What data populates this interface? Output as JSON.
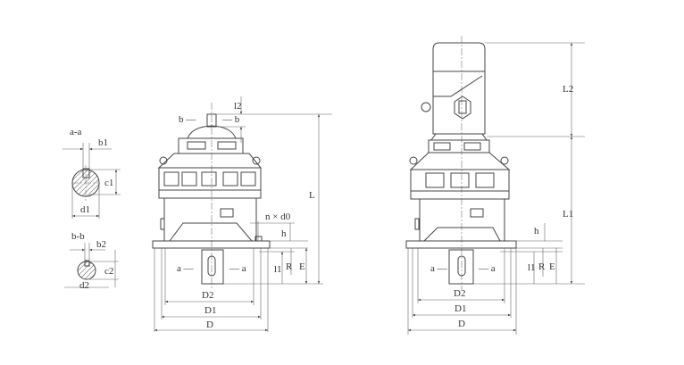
{
  "sections": {
    "aa": {
      "title": "a-a",
      "b": "b1",
      "c": "c1",
      "d": "d1"
    },
    "bb": {
      "title": "b-b",
      "b": "b2",
      "c": "c2",
      "d": "d2"
    }
  },
  "left_view": {
    "shaft_section": "b —",
    "shaft_section_r": "— b",
    "l2": "l2",
    "L": "L",
    "holes": "n × d0",
    "h": "h",
    "l1": "l1",
    "R": "R",
    "E": "E",
    "a_left": "a —",
    "a_right": "— a",
    "D2": "D2",
    "D1": "D1",
    "D": "D"
  },
  "right_view": {
    "L2": "L2",
    "L1": "L1",
    "h": "h",
    "l1": "l1",
    "R": "R",
    "E": "E",
    "a_left": "a —",
    "a_right": "— a",
    "D2": "D2",
    "D1": "D1",
    "D": "D"
  }
}
